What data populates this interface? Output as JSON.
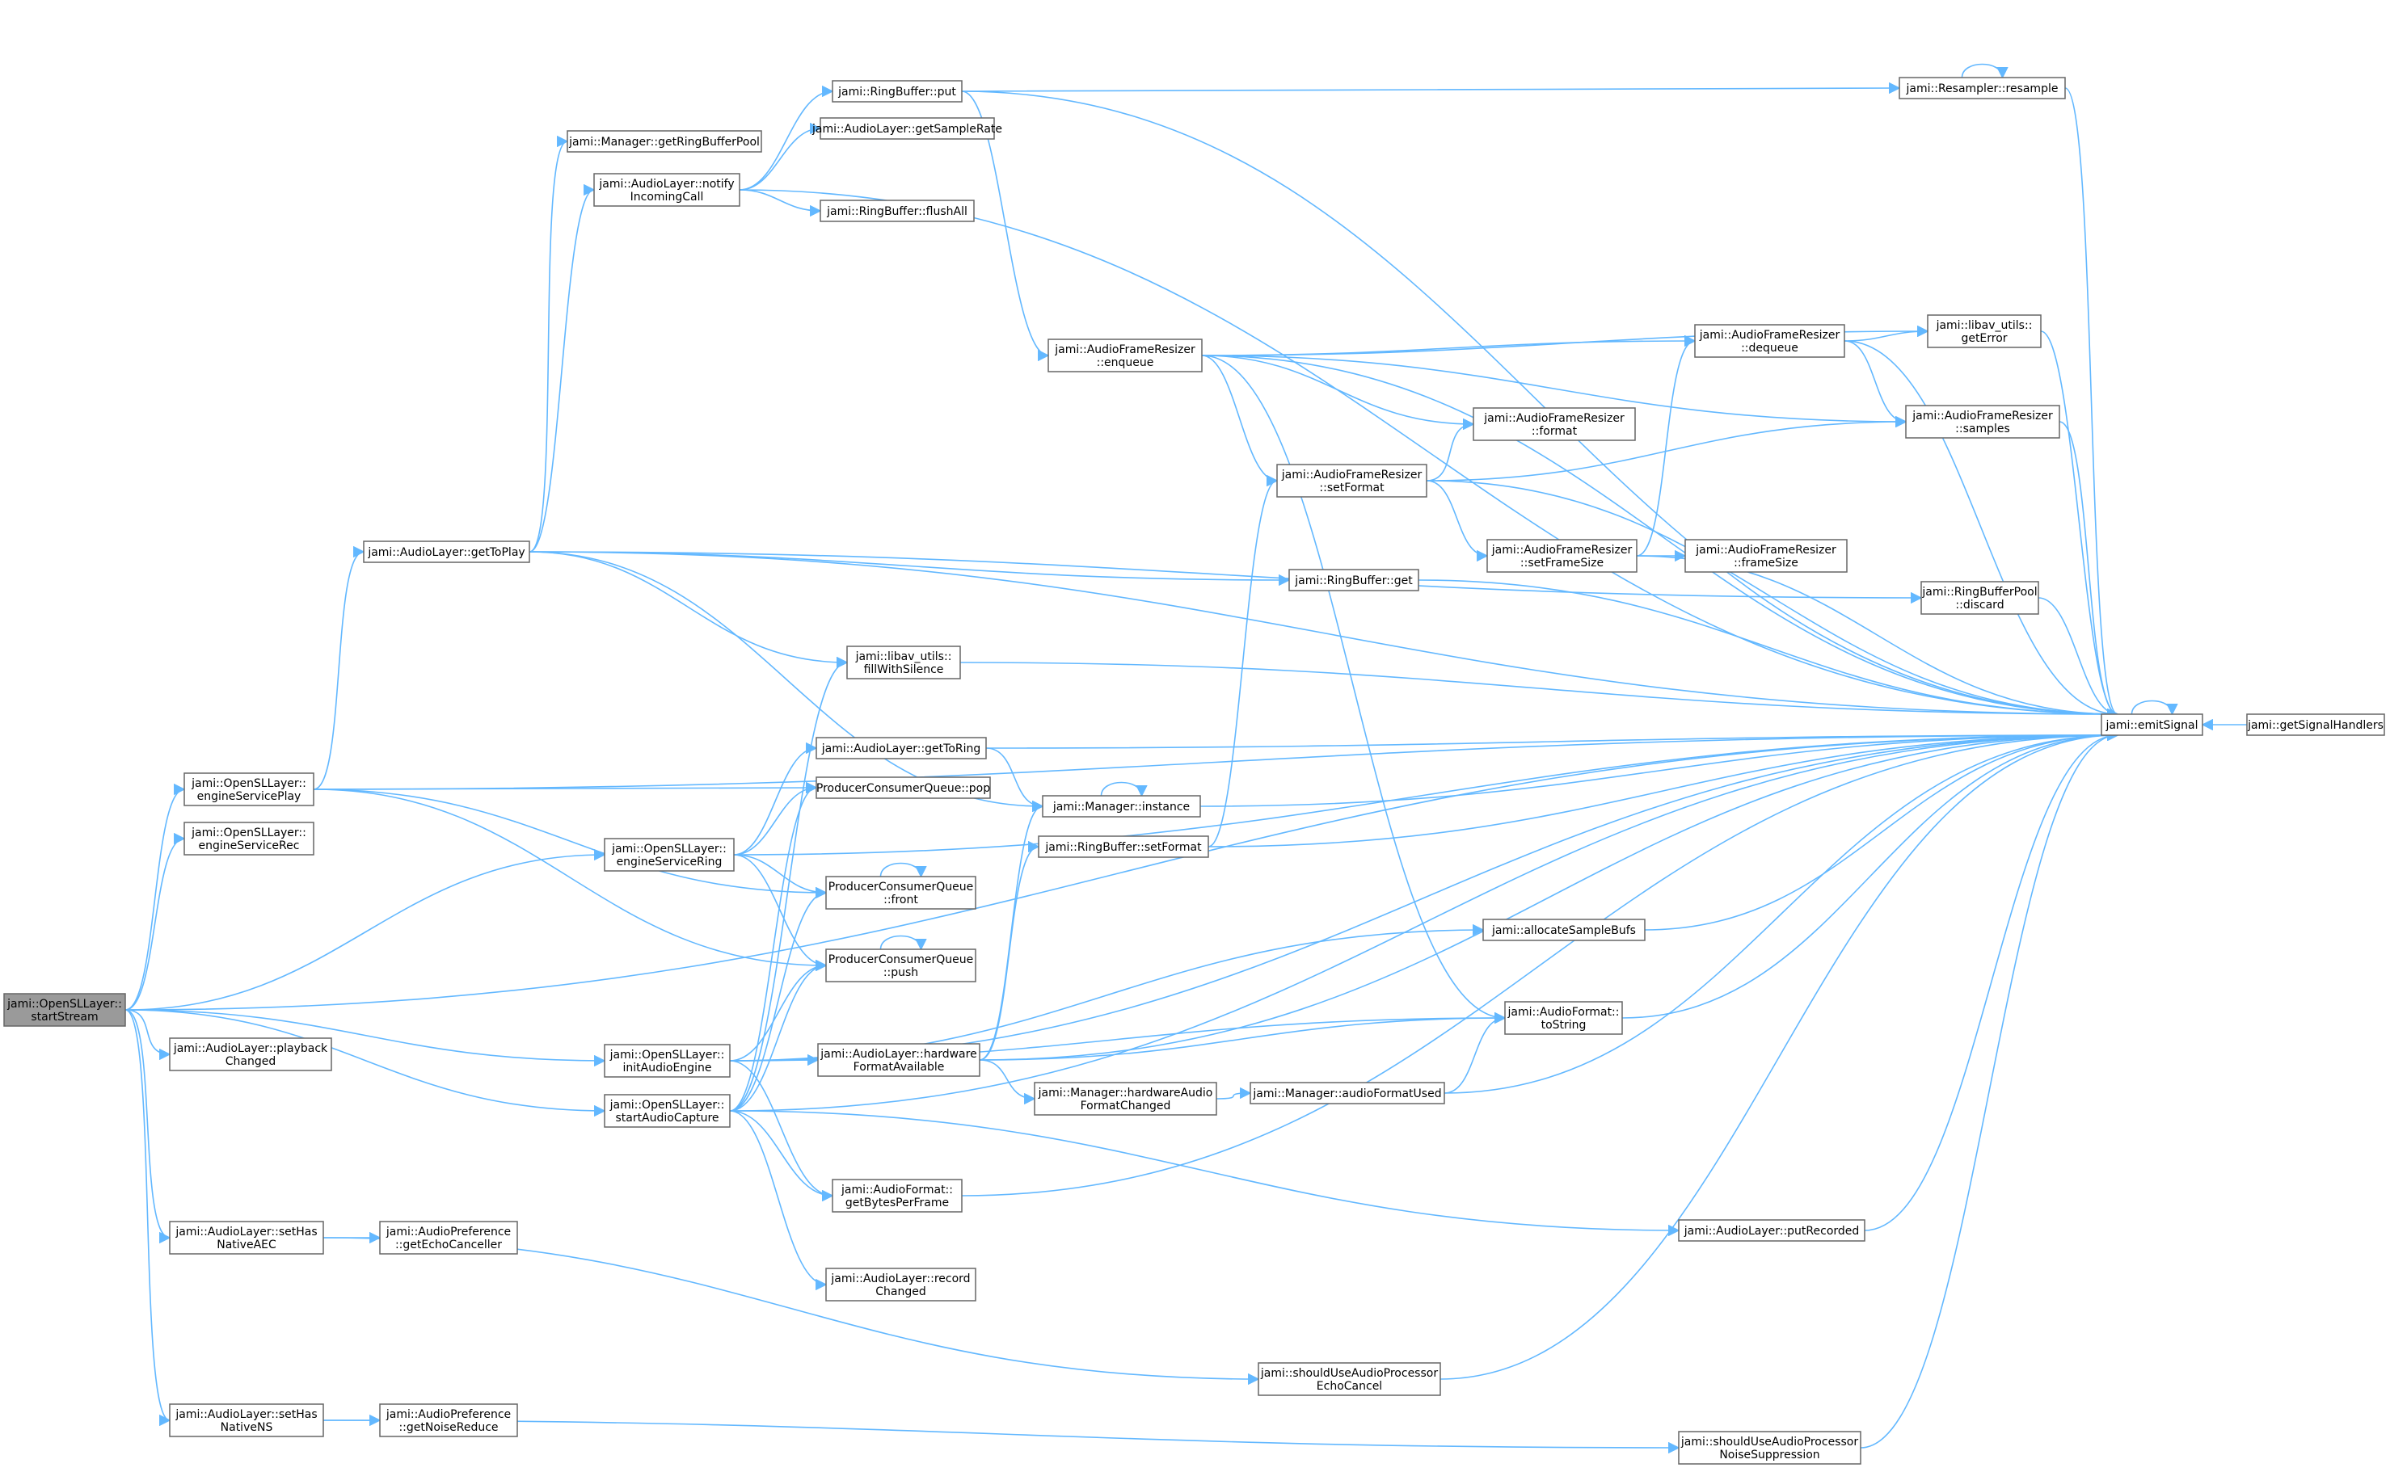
{
  "colors": {
    "edge": "#63b8ff",
    "node_border": "#666666",
    "root_fill": "#9a9a9a"
  },
  "nodes": [
    {
      "id": "startStream",
      "lines": [
        "jami::OpenSLLayer::",
        "startStream"
      ],
      "root": true
    },
    {
      "id": "engineServicePlay",
      "lines": [
        "jami::OpenSLLayer::",
        "engineServicePlay"
      ]
    },
    {
      "id": "engineServiceRec",
      "lines": [
        "jami::OpenSLLayer::",
        "engineServiceRec"
      ]
    },
    {
      "id": "playbackChanged",
      "lines": [
        "jami::AudioLayer::playback",
        "Changed"
      ]
    },
    {
      "id": "setHasNativeAEC",
      "lines": [
        "jami::AudioLayer::setHas",
        "NativeAEC"
      ]
    },
    {
      "id": "setHasNativeNS",
      "lines": [
        "jami::AudioLayer::setHas",
        "NativeNS"
      ]
    },
    {
      "id": "getEchoCanceller",
      "lines": [
        "jami::AudioPreference",
        "::getEchoCanceller"
      ]
    },
    {
      "id": "getNoiseReduce",
      "lines": [
        "jami::AudioPreference",
        "::getNoiseReduce"
      ]
    },
    {
      "id": "getToPlay",
      "lines": [
        "jami::AudioLayer::getToPlay"
      ]
    },
    {
      "id": "getRingBufferPool",
      "lines": [
        "jami::Manager::getRingBufferPool"
      ]
    },
    {
      "id": "notifyIncomingCall",
      "lines": [
        "jami::AudioLayer::notify",
        "IncomingCall"
      ]
    },
    {
      "id": "engineServiceRing",
      "lines": [
        "jami::OpenSLLayer::",
        "engineServiceRing"
      ]
    },
    {
      "id": "initAudioEngine",
      "lines": [
        "jami::OpenSLLayer::",
        "initAudioEngine"
      ]
    },
    {
      "id": "startAudioCapture",
      "lines": [
        "jami::OpenSLLayer::",
        "startAudioCapture"
      ]
    },
    {
      "id": "rbPut",
      "lines": [
        "jami::RingBuffer::put"
      ]
    },
    {
      "id": "getSampleRate",
      "lines": [
        "jami::AudioLayer::getSampleRate"
      ]
    },
    {
      "id": "flushAll",
      "lines": [
        "jami::RingBuffer::flushAll"
      ]
    },
    {
      "id": "fillWithSilence",
      "lines": [
        "jami::libav_utils::",
        "fillWithSilence"
      ]
    },
    {
      "id": "getToRing",
      "lines": [
        "jami::AudioLayer::getToRing"
      ]
    },
    {
      "id": "pcqPop",
      "lines": [
        "ProducerConsumerQueue::pop"
      ]
    },
    {
      "id": "pcqFront",
      "lines": [
        "ProducerConsumerQueue",
        "::front"
      ]
    },
    {
      "id": "pcqPush",
      "lines": [
        "ProducerConsumerQueue",
        "::push"
      ]
    },
    {
      "id": "hwFormatAvailable",
      "lines": [
        "jami::AudioLayer::hardware",
        "FormatAvailable"
      ]
    },
    {
      "id": "getBytesPerFrame",
      "lines": [
        "jami::AudioFormat::",
        "getBytesPerFrame"
      ]
    },
    {
      "id": "recordChanged",
      "lines": [
        "jami::AudioLayer::record",
        "Changed"
      ]
    },
    {
      "id": "enqueue",
      "lines": [
        "jami::AudioFrameResizer",
        "::enqueue"
      ]
    },
    {
      "id": "managerInstance",
      "lines": [
        "jami::Manager::instance"
      ]
    },
    {
      "id": "rbSetFormat",
      "lines": [
        "jami::RingBuffer::setFormat"
      ]
    },
    {
      "id": "hwAudioFormatChanged",
      "lines": [
        "jami::Manager::hardwareAudio",
        "FormatChanged"
      ]
    },
    {
      "id": "rbGet",
      "lines": [
        "jami::RingBuffer::get"
      ]
    },
    {
      "id": "afrSetFormat",
      "lines": [
        "jami::AudioFrameResizer",
        "::setFormat"
      ]
    },
    {
      "id": "afrFormat",
      "lines": [
        "jami::AudioFrameResizer",
        "::format"
      ]
    },
    {
      "id": "setFrameSize",
      "lines": [
        "jami::AudioFrameResizer",
        "::setFrameSize"
      ]
    },
    {
      "id": "frameSize",
      "lines": [
        "jami::AudioFrameResizer",
        "::frameSize"
      ]
    },
    {
      "id": "dequeue",
      "lines": [
        "jami::AudioFrameResizer",
        "::dequeue"
      ]
    },
    {
      "id": "allocateSampleBufs",
      "lines": [
        "jami::allocateSampleBufs"
      ]
    },
    {
      "id": "afToString",
      "lines": [
        "jami::AudioFormat::",
        "toString"
      ]
    },
    {
      "id": "audioFormatUsed",
      "lines": [
        "jami::Manager::audioFormatUsed"
      ]
    },
    {
      "id": "putRecorded",
      "lines": [
        "jami::AudioLayer::putRecorded"
      ]
    },
    {
      "id": "echoCancel",
      "lines": [
        "jami::shouldUseAudioProcessor",
        "EchoCancel"
      ]
    },
    {
      "id": "noiseSuppression",
      "lines": [
        "jami::shouldUseAudioProcessor",
        "NoiseSuppression"
      ]
    },
    {
      "id": "resample",
      "lines": [
        "jami::Resampler::resample"
      ]
    },
    {
      "id": "getError",
      "lines": [
        "jami::libav_utils::",
        "getError"
      ]
    },
    {
      "id": "afrSamples",
      "lines": [
        "jami::AudioFrameResizer",
        "::samples"
      ]
    },
    {
      "id": "rbpDiscard",
      "lines": [
        "jami::RingBufferPool",
        "::discard"
      ]
    },
    {
      "id": "emitSignal",
      "lines": [
        "jami::emitSignal"
      ]
    },
    {
      "id": "getSignalHandlers",
      "lines": [
        "jami::getSignalHandlers"
      ]
    }
  ],
  "edges": [
    [
      "startStream",
      "emitSignal"
    ],
    [
      "startStream",
      "engineServicePlay"
    ],
    [
      "startStream",
      "engineServiceRec"
    ],
    [
      "startStream",
      "engineServiceRing"
    ],
    [
      "startStream",
      "playbackChanged"
    ],
    [
      "startStream",
      "initAudioEngine"
    ],
    [
      "startStream",
      "startAudioCapture"
    ],
    [
      "startStream",
      "setHasNativeAEC"
    ],
    [
      "startStream",
      "setHasNativeNS"
    ],
    [
      "engineServicePlay",
      "getToPlay"
    ],
    [
      "engineServicePlay",
      "emitSignal"
    ],
    [
      "engineServicePlay",
      "pcqPop"
    ],
    [
      "engineServicePlay",
      "pcqFront"
    ],
    [
      "engineServicePlay",
      "pcqPush"
    ],
    [
      "setHasNativeAEC",
      "getEchoCanceller"
    ],
    [
      "setHasNativeAEC",
      "echoCancel"
    ],
    [
      "setHasNativeNS",
      "getNoiseReduce"
    ],
    [
      "setHasNativeNS",
      "noiseSuppression"
    ],
    [
      "getToPlay",
      "getRingBufferPool"
    ],
    [
      "getToPlay",
      "notifyIncomingCall"
    ],
    [
      "getToPlay",
      "emitSignal"
    ],
    [
      "getToPlay",
      "fillWithSilence"
    ],
    [
      "getToPlay",
      "managerInstance"
    ],
    [
      "getToPlay",
      "rbGet"
    ],
    [
      "getToPlay",
      "rbpDiscard"
    ],
    [
      "notifyIncomingCall",
      "rbPut"
    ],
    [
      "notifyIncomingCall",
      "getSampleRate"
    ],
    [
      "notifyIncomingCall",
      "flushAll"
    ],
    [
      "notifyIncomingCall",
      "emitSignal"
    ],
    [
      "engineServiceRing",
      "getToRing"
    ],
    [
      "engineServiceRing",
      "pcqPop"
    ],
    [
      "engineServiceRing",
      "pcqFront"
    ],
    [
      "engineServiceRing",
      "pcqPush"
    ],
    [
      "engineServiceRing",
      "emitSignal"
    ],
    [
      "initAudioEngine",
      "pcqPush"
    ],
    [
      "initAudioEngine",
      "hwFormatAvailable"
    ],
    [
      "initAudioEngine",
      "getBytesPerFrame"
    ],
    [
      "initAudioEngine",
      "allocateSampleBufs"
    ],
    [
      "initAudioEngine",
      "afToString"
    ],
    [
      "initAudioEngine",
      "emitSignal"
    ],
    [
      "startAudioCapture",
      "fillWithSilence"
    ],
    [
      "startAudioCapture",
      "pcqPop"
    ],
    [
      "startAudioCapture",
      "pcqFront"
    ],
    [
      "startAudioCapture",
      "pcqPush"
    ],
    [
      "startAudioCapture",
      "getBytesPerFrame"
    ],
    [
      "startAudioCapture",
      "recordChanged"
    ],
    [
      "startAudioCapture",
      "putRecorded"
    ],
    [
      "startAudioCapture",
      "emitSignal"
    ],
    [
      "rbPut",
      "resample"
    ],
    [
      "rbPut",
      "enqueue"
    ],
    [
      "rbPut",
      "emitSignal"
    ],
    [
      "fillWithSilence",
      "emitSignal"
    ],
    [
      "getToRing",
      "managerInstance"
    ],
    [
      "getToRing",
      "emitSignal"
    ],
    [
      "pcqFront",
      "pcqFront"
    ],
    [
      "pcqPush",
      "pcqPush"
    ],
    [
      "hwFormatAvailable",
      "managerInstance"
    ],
    [
      "hwFormatAvailable",
      "rbSetFormat"
    ],
    [
      "hwFormatAvailable",
      "hwAudioFormatChanged"
    ],
    [
      "hwFormatAvailable",
      "afToString"
    ],
    [
      "hwFormatAvailable",
      "emitSignal"
    ],
    [
      "getBytesPerFrame",
      "emitSignal"
    ],
    [
      "enqueue",
      "dequeue"
    ],
    [
      "enqueue",
      "getError"
    ],
    [
      "enqueue",
      "afrFormat"
    ],
    [
      "enqueue",
      "afrSetFormat"
    ],
    [
      "enqueue",
      "afrSamples"
    ],
    [
      "enqueue",
      "afToString"
    ],
    [
      "enqueue",
      "emitSignal"
    ],
    [
      "managerInstance",
      "managerInstance"
    ],
    [
      "managerInstance",
      "emitSignal"
    ],
    [
      "rbSetFormat",
      "afrSetFormat"
    ],
    [
      "rbSetFormat",
      "emitSignal"
    ],
    [
      "hwAudioFormatChanged",
      "audioFormatUsed"
    ],
    [
      "rbGet",
      "emitSignal"
    ],
    [
      "afrSetFormat",
      "afrFormat"
    ],
    [
      "afrSetFormat",
      "setFrameSize"
    ],
    [
      "afrSetFormat",
      "afrSamples"
    ],
    [
      "afrSetFormat",
      "emitSignal"
    ],
    [
      "setFrameSize",
      "frameSize"
    ],
    [
      "setFrameSize",
      "dequeue"
    ],
    [
      "setFrameSize",
      "emitSignal"
    ],
    [
      "dequeue",
      "getError"
    ],
    [
      "dequeue",
      "afrSamples"
    ],
    [
      "dequeue",
      "emitSignal"
    ],
    [
      "allocateSampleBufs",
      "emitSignal"
    ],
    [
      "afToString",
      "emitSignal"
    ],
    [
      "audioFormatUsed",
      "afToString"
    ],
    [
      "audioFormatUsed",
      "emitSignal"
    ],
    [
      "putRecorded",
      "emitSignal"
    ],
    [
      "echoCancel",
      "emitSignal"
    ],
    [
      "noiseSuppression",
      "emitSignal"
    ],
    [
      "resample",
      "resample"
    ],
    [
      "resample",
      "emitSignal"
    ],
    [
      "getError",
      "emitSignal"
    ],
    [
      "afrSamples",
      "emitSignal"
    ],
    [
      "rbpDiscard",
      "emitSignal"
    ],
    [
      "emitSignal",
      "emitSignal"
    ],
    [
      "getSignalHandlers",
      "emitSignal"
    ]
  ]
}
